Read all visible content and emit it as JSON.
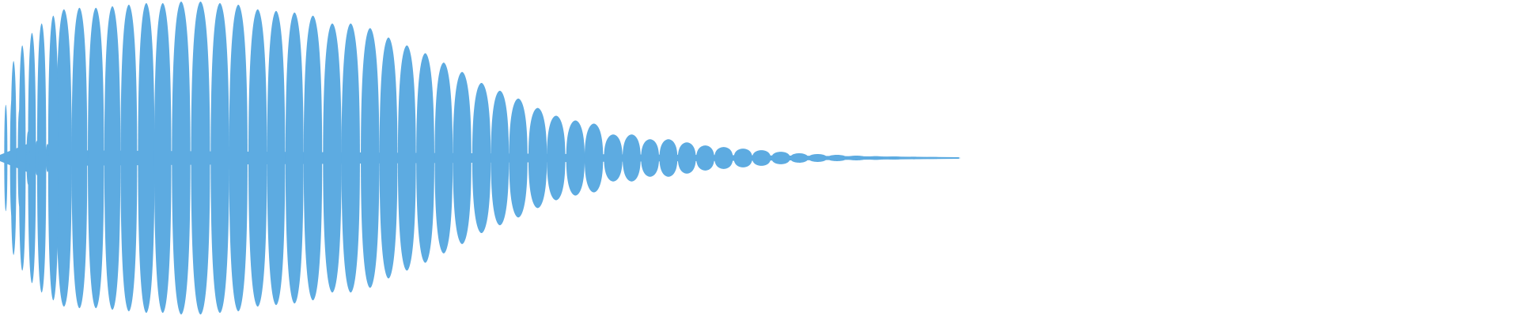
{
  "chart_data": {
    "type": "area",
    "title": "",
    "xlabel": "",
    "ylabel": "",
    "grid": false,
    "legend": "none",
    "color": "#5dabe1",
    "ylim": [
      -1,
      1
    ],
    "lobe_amplitudes": [
      0.34,
      0.37,
      0.31,
      0.17,
      0.11,
      0.09,
      0.95,
      0.96,
      0.96,
      0.97,
      0.98,
      0.99,
      0.99,
      1.0,
      1.0,
      0.99,
      0.98,
      0.95,
      0.94,
      0.93,
      0.91,
      0.86,
      0.86,
      0.83,
      0.77,
      0.72,
      0.67,
      0.61,
      0.55,
      0.48,
      0.43,
      0.38,
      0.32,
      0.27,
      0.24,
      0.22,
      0.15,
      0.15,
      0.12,
      0.12,
      0.1,
      0.08,
      0.07,
      0.06,
      0.05,
      0.04,
      0.03,
      0.025,
      0.02,
      0.015,
      0.012,
      0.01,
      0.008,
      0.006,
      0.005
    ]
  }
}
